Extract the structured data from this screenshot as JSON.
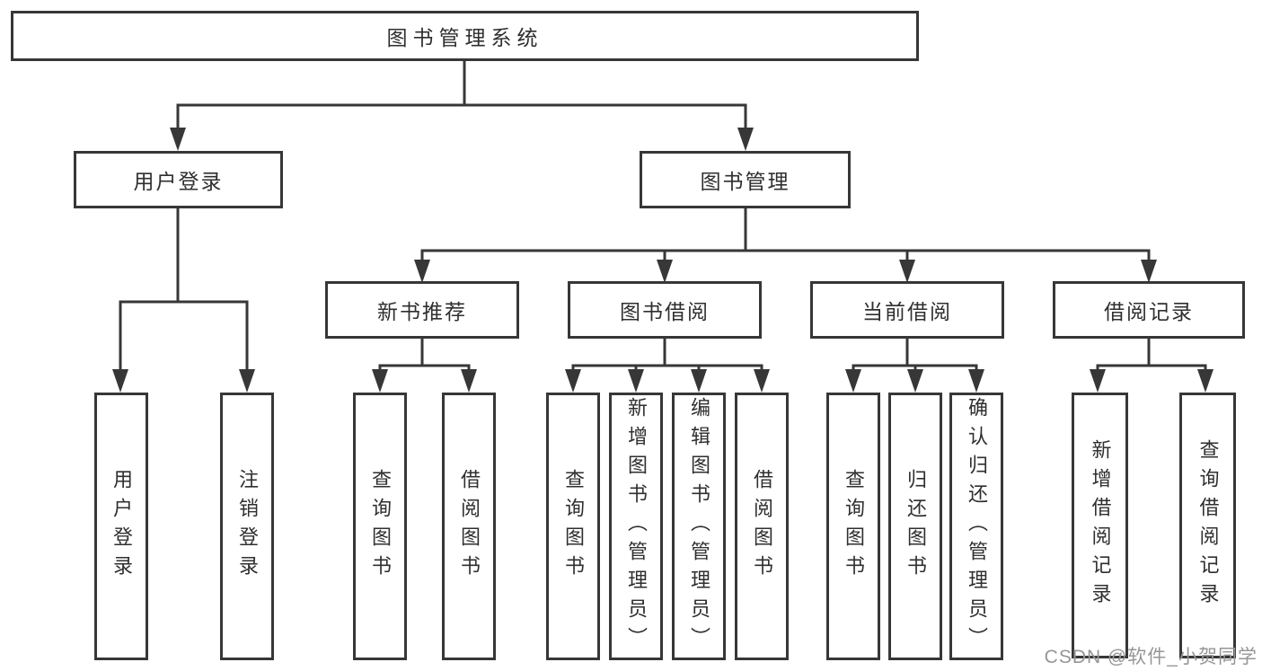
{
  "tree": {
    "root": {
      "label": "图书管理系统",
      "children": [
        {
          "label": "用户登录",
          "children": [
            {
              "label": "用户登录"
            },
            {
              "label": "注销登录"
            }
          ]
        },
        {
          "label": "图书管理",
          "children": [
            {
              "label": "新书推荐",
              "children": [
                {
                  "label": "查询图书"
                },
                {
                  "label": "借阅图书"
                }
              ]
            },
            {
              "label": "图书借阅",
              "children": [
                {
                  "label": "查询图书"
                },
                {
                  "label": "新增图书（管理员）"
                },
                {
                  "label": "编辑图书（管理员）"
                },
                {
                  "label": "借阅图书"
                }
              ]
            },
            {
              "label": "当前借阅",
              "children": [
                {
                  "label": "查询图书"
                },
                {
                  "label": "归还图书"
                },
                {
                  "label": "确认归还（管理员）"
                }
              ]
            },
            {
              "label": "借阅记录",
              "children": [
                {
                  "label": "新增借阅记录"
                },
                {
                  "label": "查询借阅记录"
                }
              ]
            }
          ]
        }
      ]
    }
  },
  "watermark": {
    "text": "CSDN @软件_小贺同学"
  },
  "colors": {
    "line": "#373737",
    "text": "#2f2f2f",
    "box_fill": "#ffffff",
    "watermark": "#969696",
    "background": "#ffffff"
  }
}
